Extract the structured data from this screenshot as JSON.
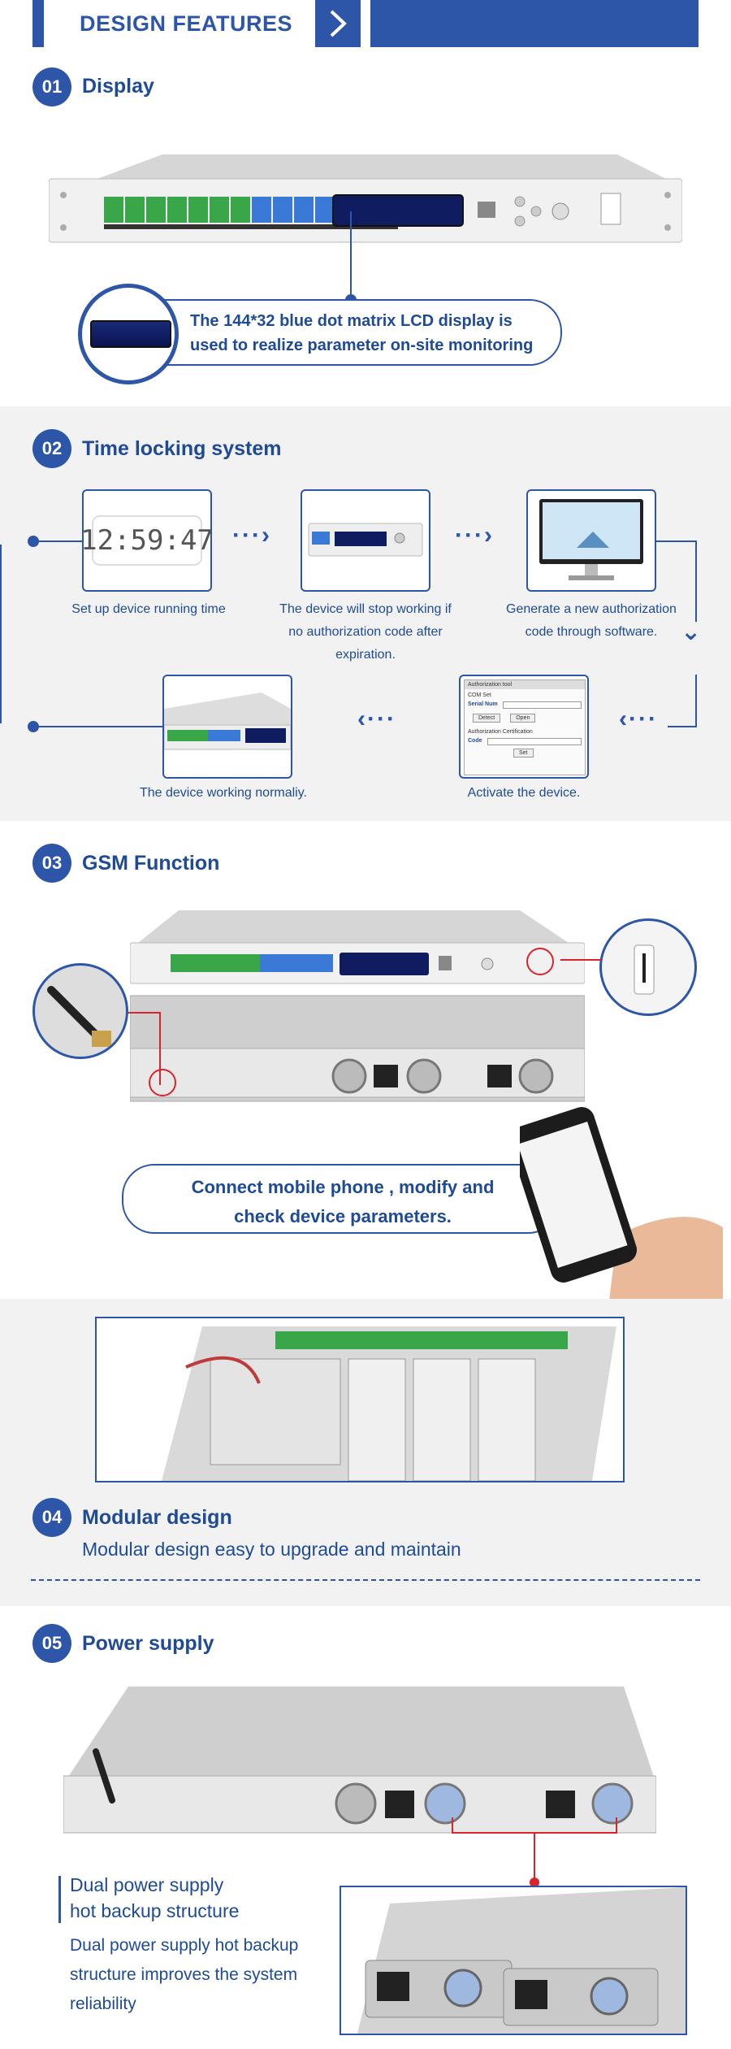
{
  "header": {
    "title": "DESIGN FEATURES",
    "chevron_icon": "chevron-right-icon"
  },
  "sections": {
    "display": {
      "number": "01",
      "title": "Display",
      "callout_line1": "The 144*32 blue dot matrix LCD display is",
      "callout_line2": "used to realize parameter on-site monitoring"
    },
    "time_locking": {
      "number": "02",
      "title": "Time locking system",
      "clock_text": "12:59:47",
      "steps": [
        {
          "caption_line1": "Set up device running time",
          "caption_line2": "",
          "caption_line3": ""
        },
        {
          "caption_line1": "The device will stop working if",
          "caption_line2": "no authorization code after",
          "caption_line3": "expiration."
        },
        {
          "caption_line1": "Generate a new authorization",
          "caption_line2": "code through software.",
          "caption_line3": ""
        },
        {
          "caption_line1": "Activate the device.",
          "caption_line2": "",
          "caption_line3": ""
        },
        {
          "caption_line1": "The device working normaliy.",
          "caption_line2": "",
          "caption_line3": ""
        }
      ],
      "dialog": {
        "title": "Authorization tool",
        "com_set": "COM Set",
        "serial_num": "Serial Num",
        "detect": "Detect",
        "open": "Open",
        "auth_cert": "Authorization Certification",
        "code": "Code",
        "set": "Set"
      }
    },
    "gsm": {
      "number": "03",
      "title": "GSM Function",
      "callout_line1": "Connect mobile phone , modify and",
      "callout_line2": "check device parameters."
    },
    "modular": {
      "number": "04",
      "title": "Modular design",
      "description": "Modular design easy to upgrade and maintain"
    },
    "power": {
      "number": "05",
      "title": "Power supply",
      "heading_line1": "Dual power supply",
      "heading_line2": "hot backup structure",
      "desc_line1": "Dual power supply hot backup",
      "desc_line2": "structure improves the system",
      "desc_line3": "reliability"
    }
  },
  "colors": {
    "accent": "#2d56a8",
    "band": "#f2f2f2",
    "lcd": "#0f1d60"
  }
}
